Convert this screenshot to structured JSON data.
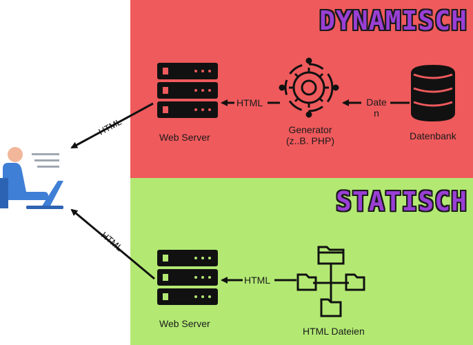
{
  "dynamic": {
    "title": "DYNAMISCH",
    "web_server_label": "Web Server",
    "generator_label_line1": "Generator",
    "generator_label_line2": "(z..B. PHP)",
    "database_label": "Datenbank",
    "arrow_html_label": "HTML",
    "arrow_daten_line1": "Date",
    "arrow_daten_line2": "n",
    "to_user_label": "HTML"
  },
  "static": {
    "title": "STATISCH",
    "web_server_label": "Web Server",
    "files_label": "HTML Dateien",
    "arrow_html_label": "HTML",
    "to_user_label": "HTML"
  },
  "colors": {
    "dynamic_bg": "#ef5a5c",
    "static_bg": "#b3e973",
    "banner_fill": "#9a3fd6",
    "icon_dark": "#111111",
    "user_blue": "#3f7fd6"
  }
}
